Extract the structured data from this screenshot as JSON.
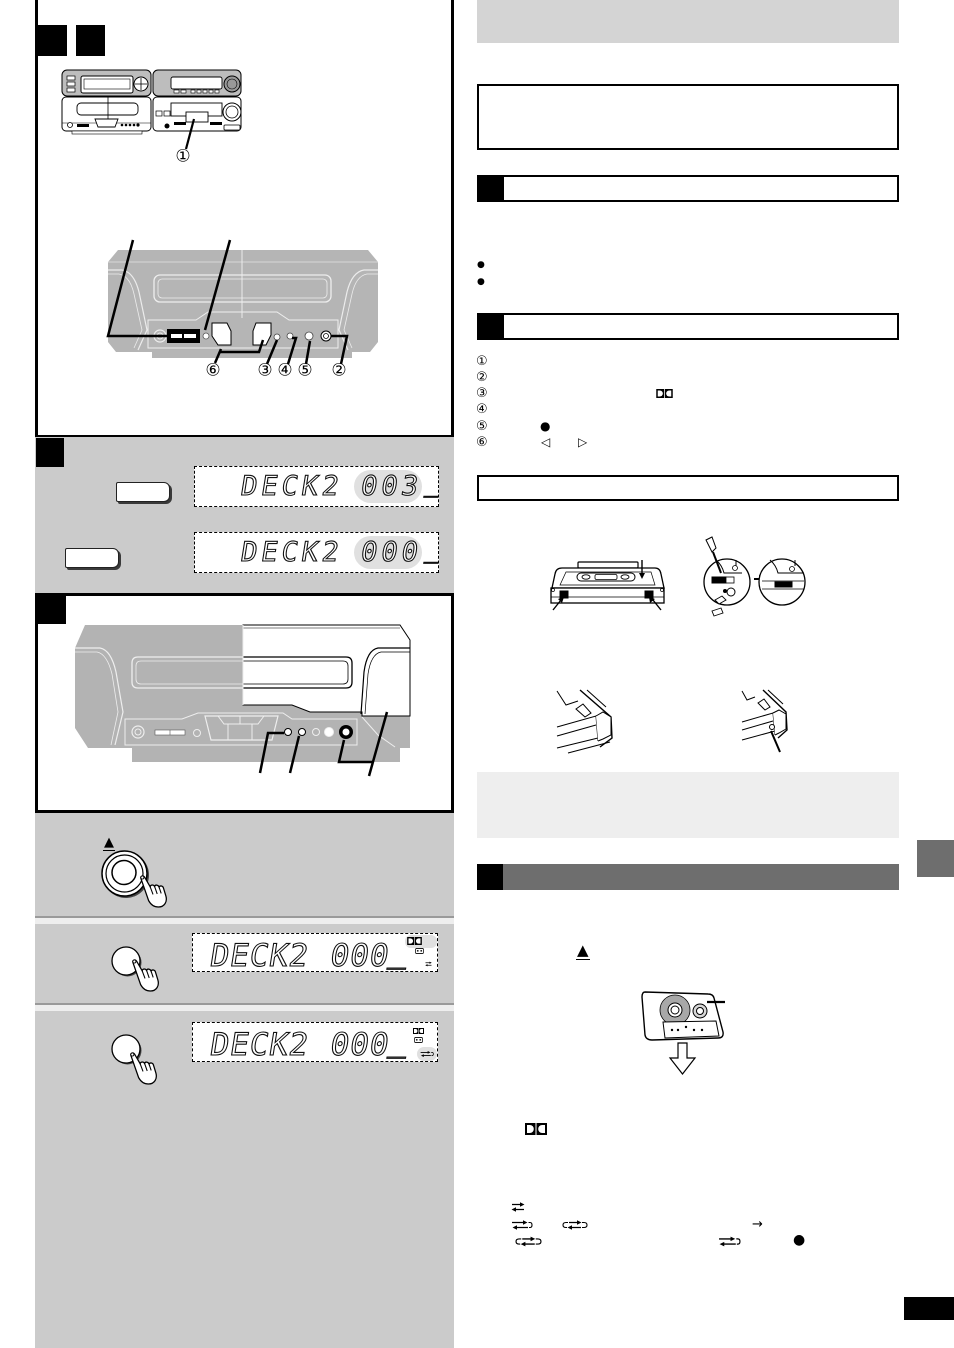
{
  "colors": {
    "panel_gray": "#cbcbcb",
    "header_gray": "#d4d4d4",
    "note_gray": "#eeeeee",
    "section_dark": "#6e6e6e",
    "deck_gray": "#b4b4b4",
    "lcd_highlight": "#e0e0e0",
    "ink": "#000000"
  },
  "left_panel": {
    "figure_system": {
      "callouts": [
        "①"
      ]
    },
    "figure_deck_controls": {
      "callouts": {
        "c6": "⑥",
        "c3": "③",
        "c4": "④",
        "c5": "⑤",
        "c2": "②"
      }
    },
    "counter_step": {
      "display_1": {
        "label": "DECK2",
        "value": "003",
        "cursor": "_"
      },
      "display_2": {
        "label": "DECK2",
        "value": "000",
        "cursor": "_"
      }
    },
    "eject_step": {
      "eject_symbol": "▲"
    },
    "nr_step": {
      "display": {
        "label": "DECK2",
        "value": "000",
        "cursor": "_",
        "indicators": [
          "dolby-nr-icon",
          "tape-icon",
          "one-side-mode-icon"
        ],
        "highlighted_indicator": "dolby-nr-icon"
      }
    },
    "mode_step": {
      "display": {
        "label": "DECK2",
        "value": "000",
        "cursor": "_",
        "indicators": [
          "dolby-nr-icon",
          "tape-icon",
          "one-cycle-mode-icon"
        ],
        "highlighted_indicator": "one-cycle-mode-icon"
      }
    }
  },
  "right_column": {
    "bullets": [
      {
        "marker": "●"
      },
      {
        "marker": "●"
      }
    ],
    "parts_list": [
      {
        "num": "①"
      },
      {
        "num": "②"
      },
      {
        "num": "③",
        "icon": "dolby-nr-icon"
      },
      {
        "num": "④"
      },
      {
        "num": "⑤",
        "symbol": "●"
      },
      {
        "num": "⑥",
        "symbols": [
          "◁",
          "▷"
        ]
      }
    ],
    "eject_symbol": "▲",
    "dolby_icon": "dolby-nr-icon",
    "tape_modes": {
      "row1": [
        "one-side-mode-icon"
      ],
      "row2": [
        "one-cycle-mode-icon",
        "continuous-mode-icon"
      ],
      "row2_arrow": "→",
      "row3": [
        "continuous-mode-icon",
        "one-cycle-mode-icon"
      ],
      "row3_record": "●"
    }
  }
}
